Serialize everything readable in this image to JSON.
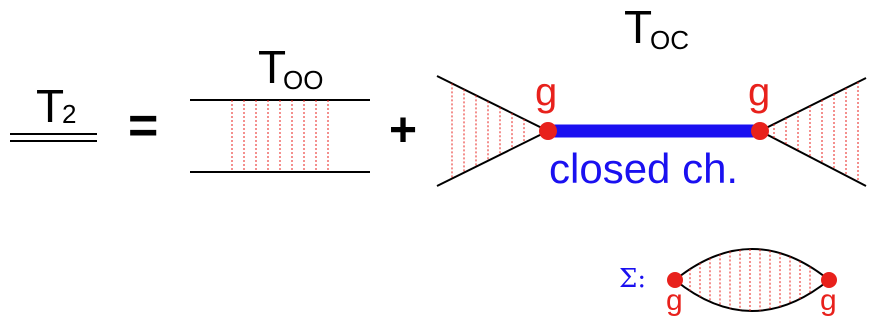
{
  "equation": {
    "lhs": {
      "symbol": "T",
      "subscript": "2"
    },
    "equals": "=",
    "plus": "+"
  },
  "open_channel_term": {
    "symbol": "T",
    "subscript": "OO"
  },
  "closed_channel_term": {
    "symbol": "T",
    "subscript": "OC",
    "left_vertex_label": "g",
    "right_vertex_label": "g",
    "propagator_label": "closed ch."
  },
  "self_energy": {
    "label": "Σ:",
    "left_vertex_label": "g",
    "right_vertex_label": "g"
  },
  "colors": {
    "line": "#000000",
    "vertex": "#e8211c",
    "hatch": "#e8211c",
    "closed_channel": "#1a10f0",
    "sigma_label": "#1a10f0"
  }
}
